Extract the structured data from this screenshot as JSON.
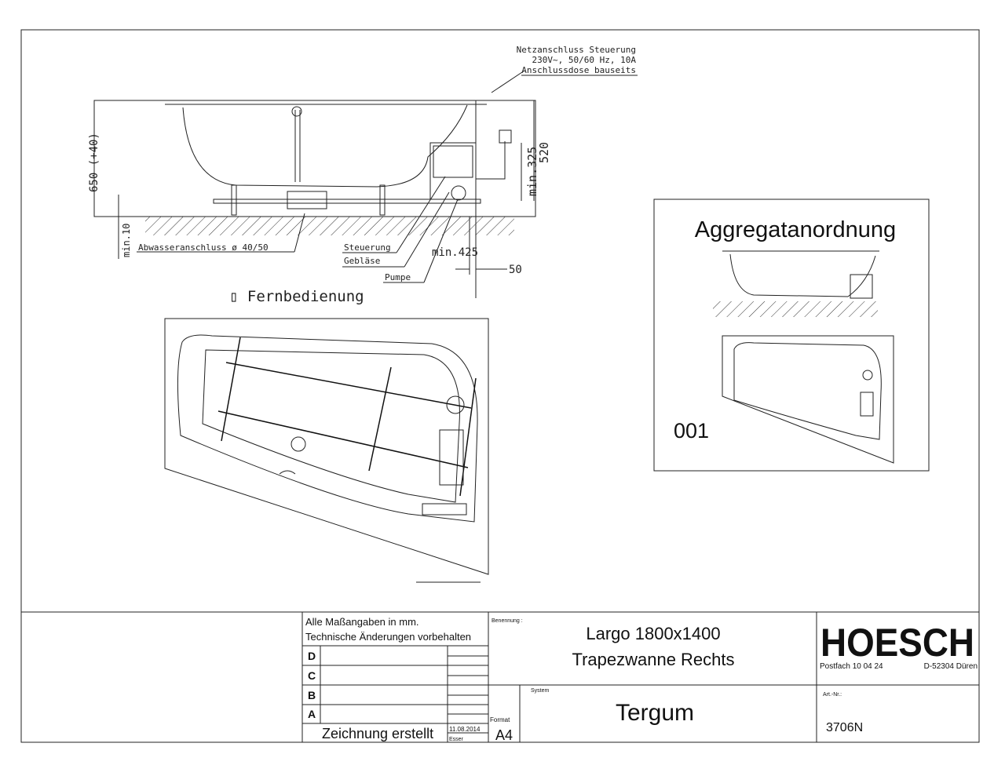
{
  "side_view": {
    "power_note": [
      "Netzanschluss Steuerung",
      "230V~, 50/60 Hz, 10A",
      "Anschlussdose bauseits"
    ],
    "dim_height": "650 (+40)",
    "dim_520": "520",
    "dim_min325": "min.325",
    "dim_min10": "min.10",
    "dim_min425": "min.425",
    "dim_50": "50",
    "label_drain": "Abwasseranschluss ø 40/50",
    "label_control": "Steuerung",
    "label_blower": "Gebläse",
    "label_pump": "Pumpe",
    "remote": "▯ Fernbedienung"
  },
  "aggregate_box": {
    "title": "Aggregatanordnung",
    "code": "001"
  },
  "title_block": {
    "notes_line1": "Alle Maßangaben in mm.",
    "notes_line2": "Technische Änderungen vorbehalten",
    "revisions": [
      "D",
      "C",
      "B",
      "A"
    ],
    "created_label": "Zeichnung erstellt",
    "created_date": "11.08.2014",
    "created_by": "Esser",
    "format_label": "Format",
    "format_value": "A4",
    "name_label": "Benennung :",
    "name_line1": "Largo 1800x1400",
    "name_line2": "Trapezwanne Rechts",
    "system_label": "System",
    "system_value": "Tergum",
    "brand": "HOESCH",
    "address_postbox": "Postfach 10 04 24",
    "address_city": "D-52304 Düren",
    "article_label": "Art.-Nr.:",
    "article_value": "3706N"
  }
}
